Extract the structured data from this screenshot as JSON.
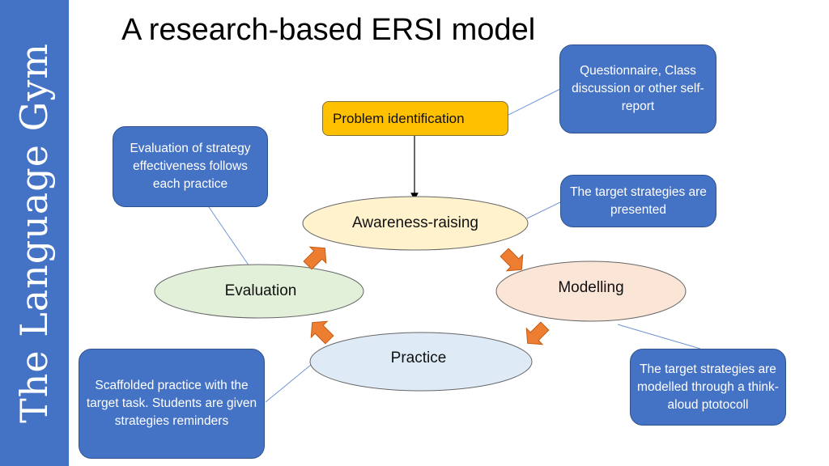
{
  "sidebar": {
    "brand": "The Language Gym"
  },
  "slide": {
    "title": "A research-based ERSI model",
    "start_node": "Problem identification",
    "cycle_nodes": [
      {
        "id": "awareness",
        "label": "Awareness-raising",
        "fill": "#FFF2CC"
      },
      {
        "id": "modelling",
        "label": "Modelling",
        "fill": "#FBE5D6"
      },
      {
        "id": "practice",
        "label": "Practice",
        "fill": "#DEEBF7"
      },
      {
        "id": "evaluation",
        "label": "Evaluation",
        "fill": "#E2F0D9"
      }
    ],
    "callouts": {
      "problem": "Questionnaire, Class discussion or other self-report",
      "awareness": "The target strategies are presented",
      "modelling": "The target strategies are modelled through a think-aloud ptotocoll",
      "practice": "Scaffolded practice with the target task. Students are given strategies reminders",
      "evaluation": "Evaluation of strategy effectiveness follows each practice"
    }
  },
  "colors": {
    "sidebar": "#4472C4",
    "callout": "#4472C4",
    "start_node": "#FFC000",
    "cycle_arrow": "#ED7D31"
  }
}
